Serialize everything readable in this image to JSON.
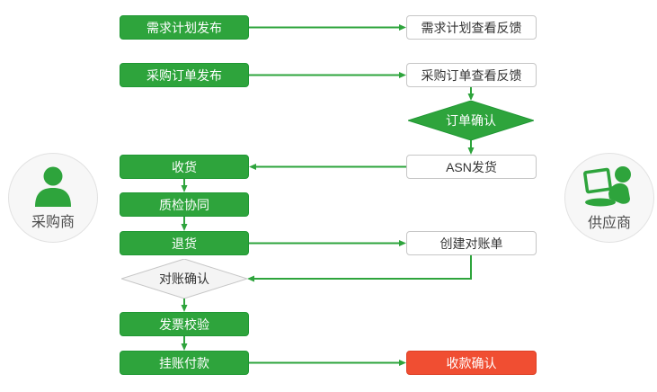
{
  "colors": {
    "green": "#2ea43c",
    "green_border": "#1f9733",
    "red": "#f04e32",
    "red_border": "#dd4025",
    "gray_border": "#c6c6c6",
    "light_fill": "#f4f4f4",
    "circle_fill": "#f7f7f7",
    "circle_border": "#e2e2e2",
    "text_dark": "#333333",
    "actor_text": "#4d4d4d"
  },
  "actors": {
    "buyer": {
      "label": "采购商"
    },
    "supplier": {
      "label": "供应商"
    }
  },
  "nodes": {
    "demand_plan_publish": {
      "label": "需求计划发布",
      "style": "green-box",
      "side": "buyer"
    },
    "demand_plan_feedback": {
      "label": "需求计划查看反馈",
      "style": "white-box",
      "side": "supplier"
    },
    "po_publish": {
      "label": "采购订单发布",
      "style": "green-box",
      "side": "buyer"
    },
    "po_feedback": {
      "label": "采购订单查看反馈",
      "style": "white-box",
      "side": "supplier"
    },
    "order_confirm": {
      "label": "订单确认",
      "style": "green-diamond",
      "side": "supplier"
    },
    "asn_ship": {
      "label": "ASN发货",
      "style": "white-box",
      "side": "supplier"
    },
    "receive": {
      "label": "收货",
      "style": "green-box",
      "side": "buyer"
    },
    "quality_check": {
      "label": "质检协同",
      "style": "green-box",
      "side": "buyer"
    },
    "return_goods": {
      "label": "退货",
      "style": "green-box",
      "side": "buyer"
    },
    "create_statement": {
      "label": "创建对账单",
      "style": "white-box",
      "side": "supplier"
    },
    "statement_confirm": {
      "label": "对账确认",
      "style": "light-diamond",
      "side": "buyer"
    },
    "invoice_verify": {
      "label": "发票校验",
      "style": "green-box",
      "side": "buyer"
    },
    "payment": {
      "label": "挂账付款",
      "style": "green-box",
      "side": "buyer"
    },
    "receipt_confirm": {
      "label": "收款确认",
      "style": "red-box",
      "side": "supplier"
    }
  },
  "arrows": [
    {
      "from": "demand_plan_publish",
      "to": "demand_plan_feedback"
    },
    {
      "from": "po_publish",
      "to": "po_feedback"
    },
    {
      "from": "po_feedback",
      "to": "order_confirm"
    },
    {
      "from": "order_confirm",
      "to": "asn_ship"
    },
    {
      "from": "asn_ship",
      "to": "receive"
    },
    {
      "from": "receive",
      "to": "quality_check"
    },
    {
      "from": "quality_check",
      "to": "return_goods"
    },
    {
      "from": "return_goods",
      "to": "create_statement"
    },
    {
      "from": "create_statement",
      "to": "statement_confirm"
    },
    {
      "from": "statement_confirm",
      "to": "invoice_verify"
    },
    {
      "from": "invoice_verify",
      "to": "payment"
    },
    {
      "from": "payment",
      "to": "receipt_confirm"
    }
  ]
}
